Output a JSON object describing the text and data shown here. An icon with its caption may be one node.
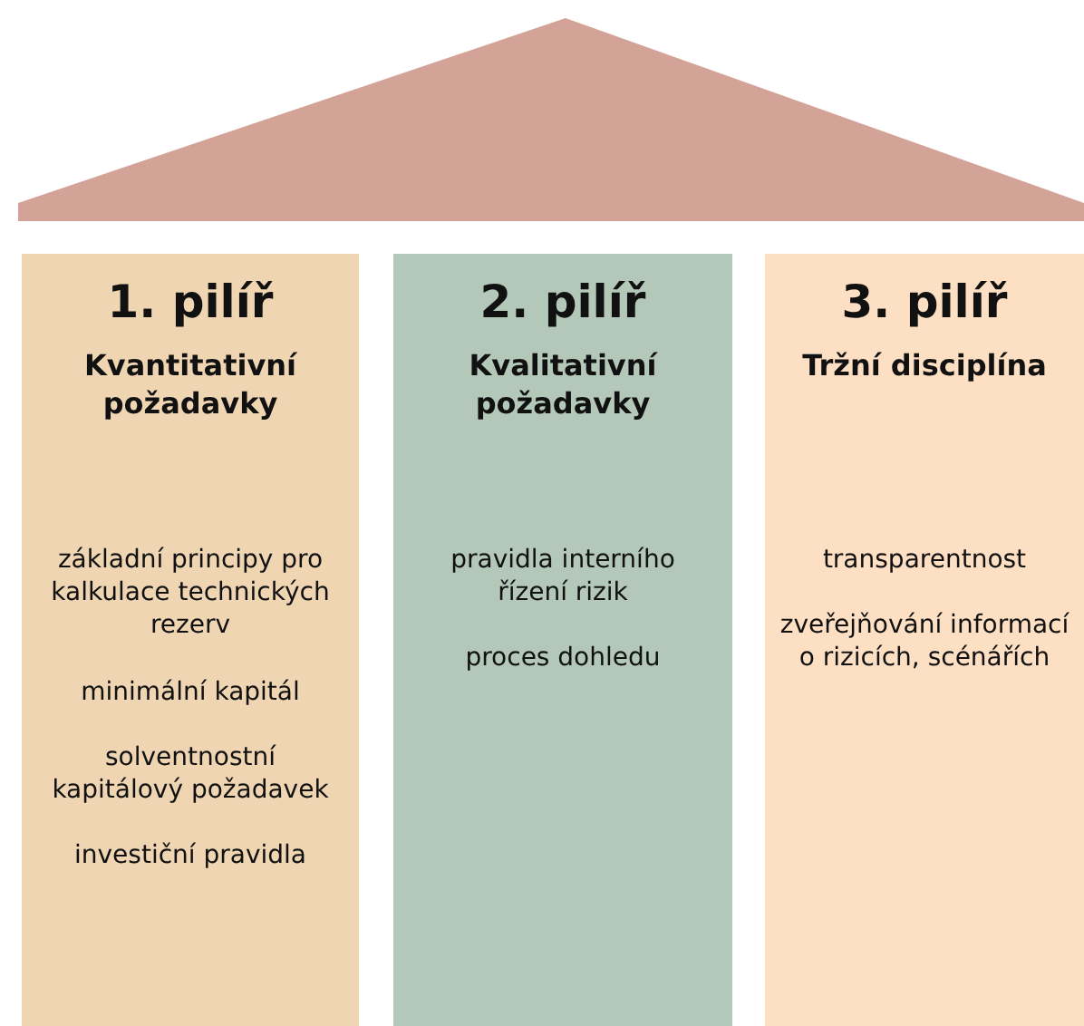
{
  "diagram": {
    "nodes": [
      {
        "text": [
          "1. pilíř",
          "Kvantitativní požadavky",
          "základní principy pro kalkulace technických rezerv",
          "minimální kapitál",
          "solventnostní kapitálový požadavek",
          "investiční pravidla"
        ]
      },
      {
        "text": [
          "2. pilíř",
          "Kvalitativní požadavky",
          "pravidla interního řízení rizik",
          "proces dohledu"
        ]
      },
      {
        "text": [
          "3. pilíř",
          "Tržní disciplína",
          "transparentnost",
          "zveřejňování informací o rizicích, scénářích"
        ]
      }
    ]
  }
}
